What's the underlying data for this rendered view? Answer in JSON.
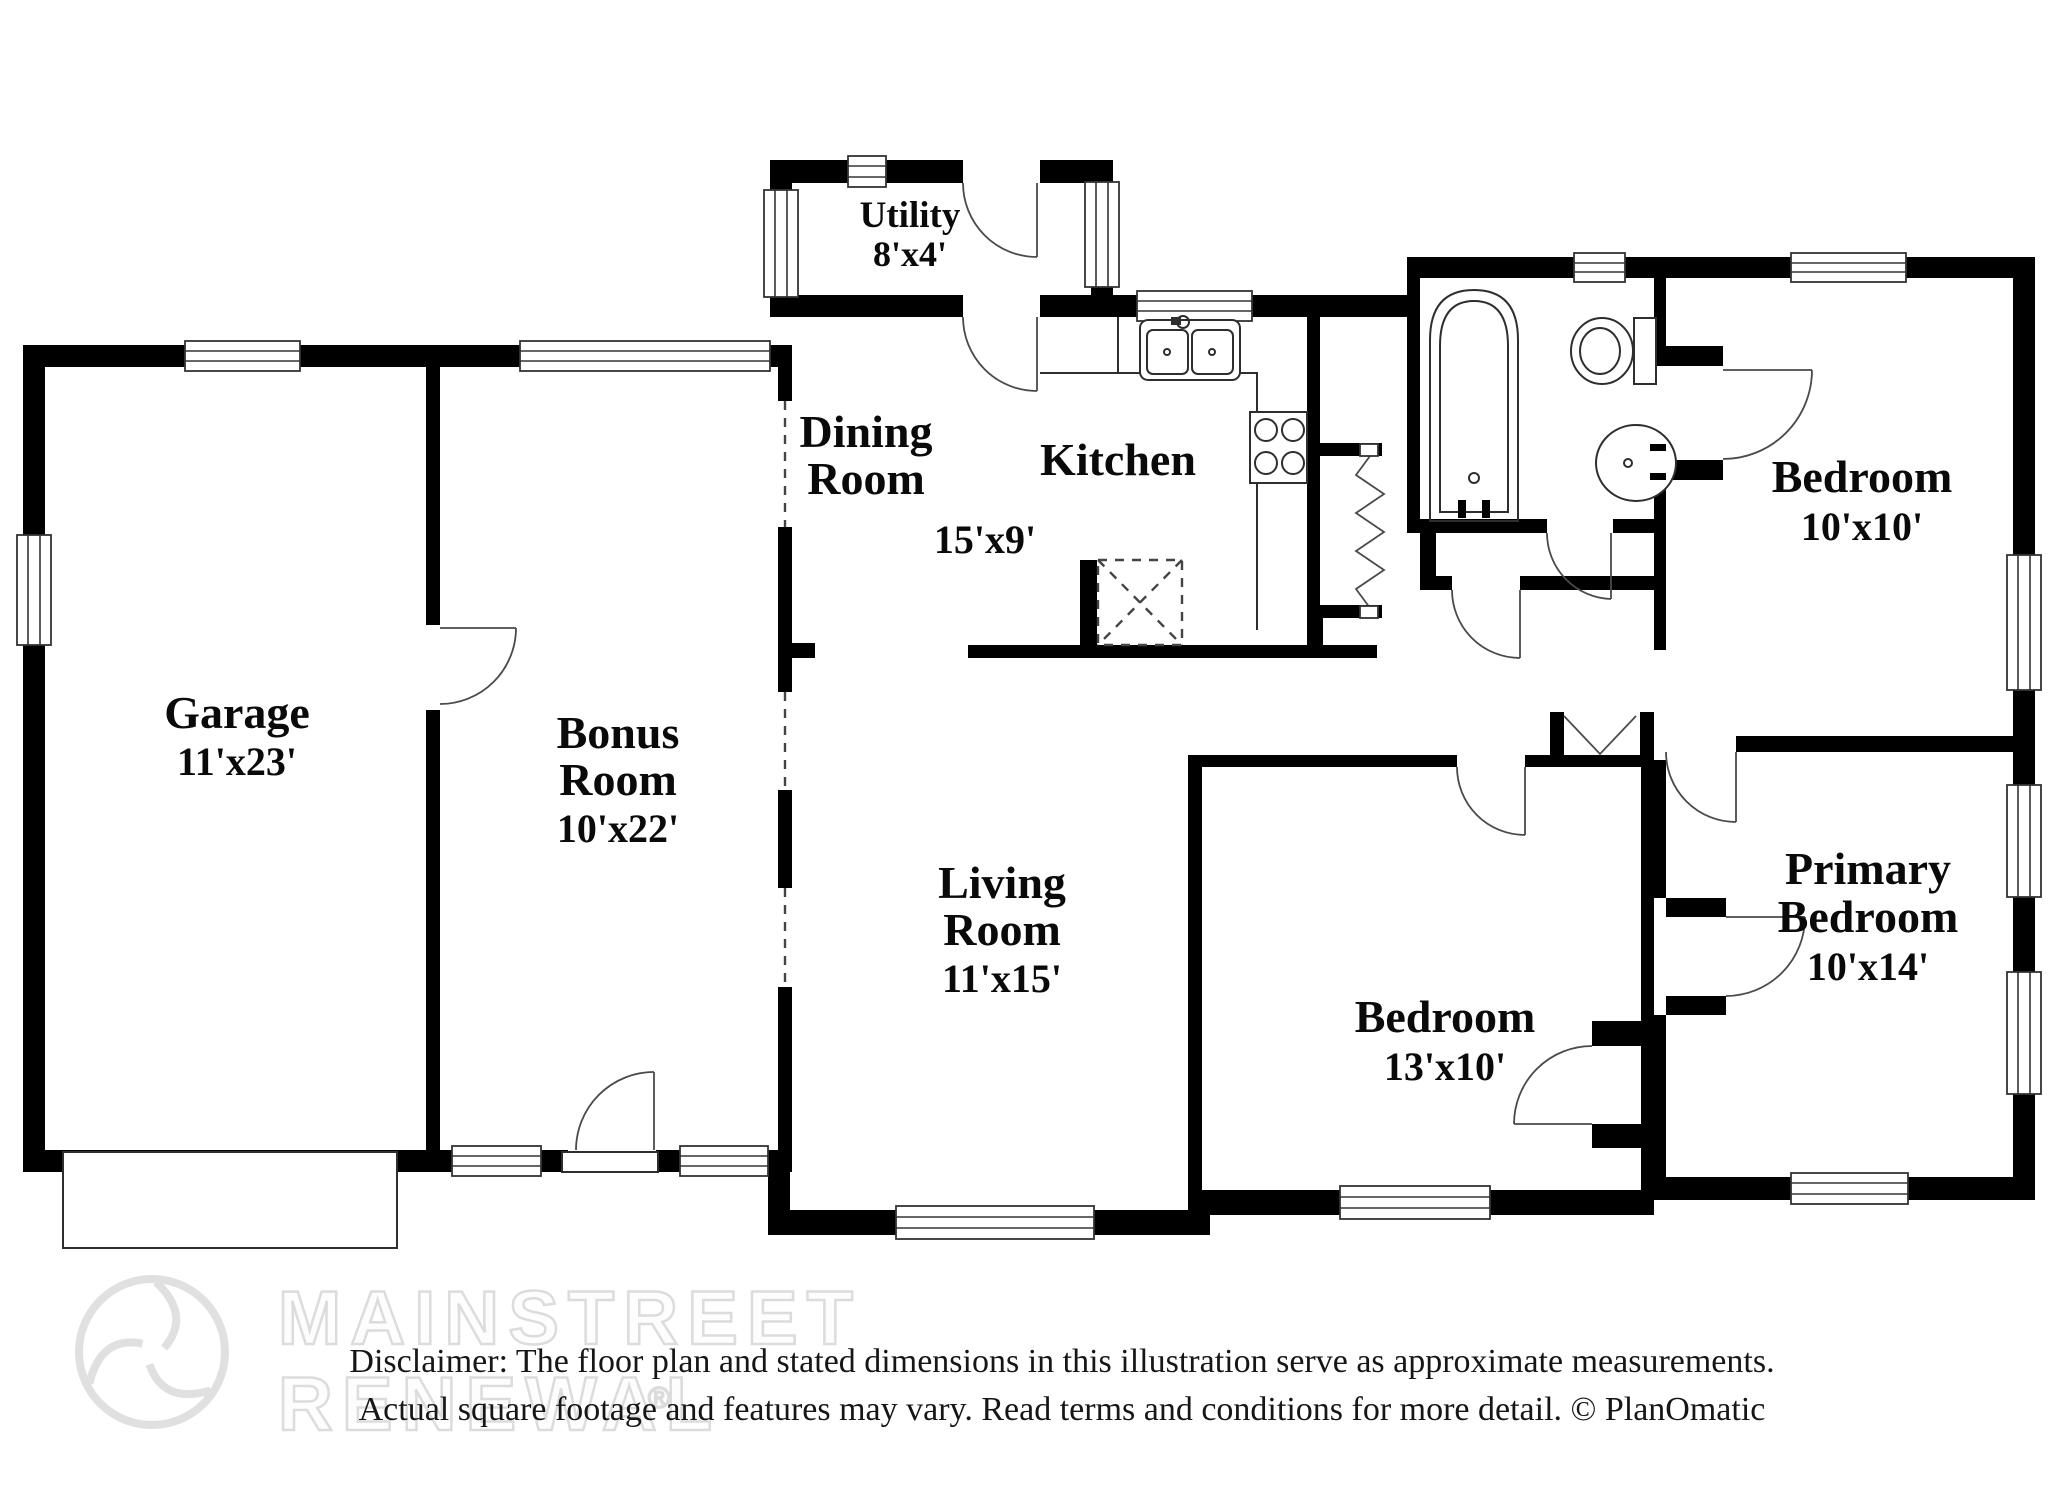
{
  "rooms": {
    "utility": {
      "name": "Utility",
      "dims": "8'x4'"
    },
    "dining": {
      "line1": "Dining",
      "line2": "Room"
    },
    "kitchen": {
      "name": "Kitchen",
      "dims": "15'x9'"
    },
    "garage": {
      "name": "Garage",
      "dims": "11'x23'"
    },
    "bonus": {
      "line1": "Bonus",
      "line2": "Room",
      "dims": "10'x22'"
    },
    "living": {
      "line1": "Living",
      "line2": "Room",
      "dims": "11'x15'"
    },
    "bedroom_center": {
      "name": "Bedroom",
      "dims": "13'x10'"
    },
    "bedroom_right": {
      "name": "Bedroom",
      "dims": "10'x10'"
    },
    "primary": {
      "line1": "Primary",
      "line2": "Bedroom",
      "dims": "10'x14'"
    }
  },
  "watermark": {
    "line1": "MAINSTREET",
    "line2": "RENEWAL",
    "reg": "®"
  },
  "disclaimer": {
    "line1": "Disclaimer: The floor plan and stated dimensions in this illustration serve as approximate measurements.",
    "line2": "Actual square footage and features may vary. Read terms and conditions for more detail. © PlanOmatic"
  },
  "colors": {
    "wall": "#000000",
    "watermark": "#dcdcdc",
    "text": "#0a0a0a"
  }
}
